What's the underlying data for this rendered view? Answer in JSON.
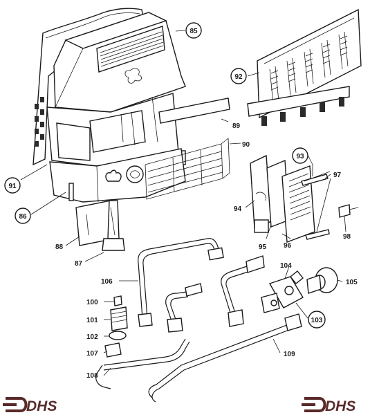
{
  "callouts": [
    {
      "id": "85",
      "text": "85"
    },
    {
      "id": "92",
      "text": "92"
    },
    {
      "id": "89",
      "text": "89"
    },
    {
      "id": "90",
      "text": "90"
    },
    {
      "id": "93",
      "text": "93"
    },
    {
      "id": "97",
      "text": "97"
    },
    {
      "id": "91",
      "text": "91"
    },
    {
      "id": "86",
      "text": "86"
    },
    {
      "id": "94",
      "text": "94"
    },
    {
      "id": "98",
      "text": "98"
    },
    {
      "id": "88",
      "text": "88"
    },
    {
      "id": "95",
      "text": "95"
    },
    {
      "id": "96",
      "text": "96"
    },
    {
      "id": "87",
      "text": "87"
    },
    {
      "id": "104",
      "text": "104"
    },
    {
      "id": "106",
      "text": "106"
    },
    {
      "id": "105",
      "text": "105"
    },
    {
      "id": "100",
      "text": "100"
    },
    {
      "id": "103",
      "text": "103"
    },
    {
      "id": "101",
      "text": "101"
    },
    {
      "id": "102",
      "text": "102"
    },
    {
      "id": "107",
      "text": "107"
    },
    {
      "id": "109",
      "text": "109"
    },
    {
      "id": "108",
      "text": "108"
    }
  ],
  "brand": {
    "left": "DHS",
    "right": "DHS"
  },
  "colors": {
    "ink": "#1a1a1a",
    "logo": "#5a2a2a"
  }
}
